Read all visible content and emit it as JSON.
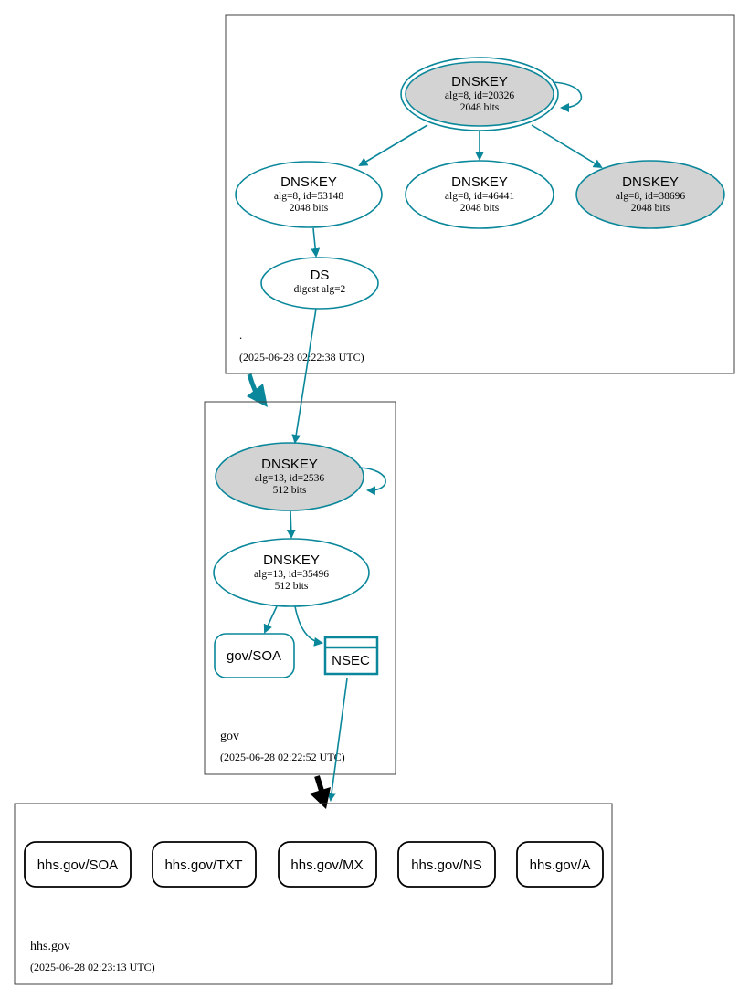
{
  "colors": {
    "teal": "#0a879a",
    "secure_fill": "#d3d3d3",
    "insecure_arrow": "#000000",
    "zone_border": "#404040"
  },
  "zones": {
    "root": {
      "name": ".",
      "timestamp": "(2025-06-28 02:22:38 UTC)"
    },
    "gov": {
      "name": "gov",
      "timestamp": "(2025-06-28 02:22:52 UTC)"
    },
    "hhs": {
      "name": "hhs.gov",
      "timestamp": "(2025-06-28 02:23:13 UTC)"
    }
  },
  "nodes": {
    "root_ksk": {
      "title": "DNSKEY",
      "line1": "alg=8, id=20326",
      "line2": "2048 bits"
    },
    "root_zsk_53148": {
      "title": "DNSKEY",
      "line1": "alg=8, id=53148",
      "line2": "2048 bits"
    },
    "root_zsk_46441": {
      "title": "DNSKEY",
      "line1": "alg=8, id=46441",
      "line2": "2048 bits"
    },
    "root_key_38696": {
      "title": "DNSKEY",
      "line1": "alg=8, id=38696",
      "line2": "2048 bits"
    },
    "gov_ds": {
      "title": "DS",
      "line1": "digest alg=2"
    },
    "gov_ksk": {
      "title": "DNSKEY",
      "line1": "alg=13, id=2536",
      "line2": "512 bits"
    },
    "gov_zsk": {
      "title": "DNSKEY",
      "line1": "alg=13, id=35496",
      "line2": "512 bits"
    },
    "gov_soa": {
      "label": "gov/SOA"
    },
    "gov_nsec": {
      "label": "NSEC"
    }
  },
  "rrsets": [
    {
      "label": "hhs.gov/SOA"
    },
    {
      "label": "hhs.gov/TXT"
    },
    {
      "label": "hhs.gov/MX"
    },
    {
      "label": "hhs.gov/NS"
    },
    {
      "label": "hhs.gov/A"
    }
  ]
}
